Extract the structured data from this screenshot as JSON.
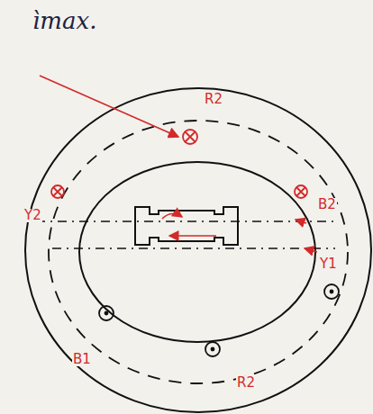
{
  "diagram": {
    "title": "ìmax.",
    "labels": [
      "R2",
      "Y2",
      "B2",
      "Y1",
      "B1",
      "R2"
    ]
  }
}
